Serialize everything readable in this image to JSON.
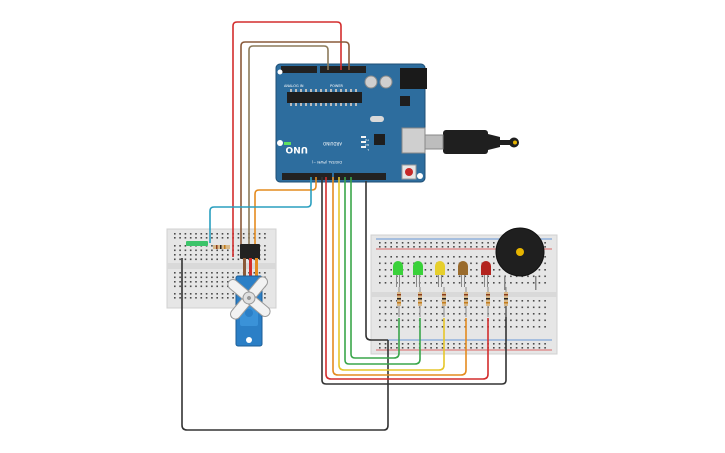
{
  "board": {
    "model": "UNO",
    "brand": "ARDUINO",
    "digital_label": "DIGITAL (PWM ~)",
    "analog_label": "ANALOG IN",
    "power_label": "POWER",
    "tx_label": "TX",
    "rx_label": "RX",
    "l_label": "L"
  },
  "components": [
    {
      "name": "small-breadboard"
    },
    {
      "name": "main-breadboard"
    },
    {
      "name": "servo-motor"
    },
    {
      "name": "piezo-buzzer"
    },
    {
      "name": "usb-cable"
    },
    {
      "name": "potentiometer"
    },
    {
      "name": "led-green-1",
      "color": "#3ad13a"
    },
    {
      "name": "led-green-2",
      "color": "#3ad13a"
    },
    {
      "name": "led-yellow",
      "color": "#e6cf2c"
    },
    {
      "name": "led-brown",
      "color": "#9a6b2c"
    },
    {
      "name": "led-red",
      "color": "#b3241f"
    }
  ],
  "colors": {
    "board": "#2d6d9e",
    "wire_red": "#d32d2d",
    "wire_brown": "#8a5a3a",
    "wire_olive": "#8c7a5a",
    "wire_orange": "#e48b1f",
    "wire_teal": "#2a9fbf",
    "wire_black": "#333333",
    "wire_green": "#3aa64a",
    "wire_yellow": "#e6c62a",
    "servo": "#2b7fc6"
  }
}
